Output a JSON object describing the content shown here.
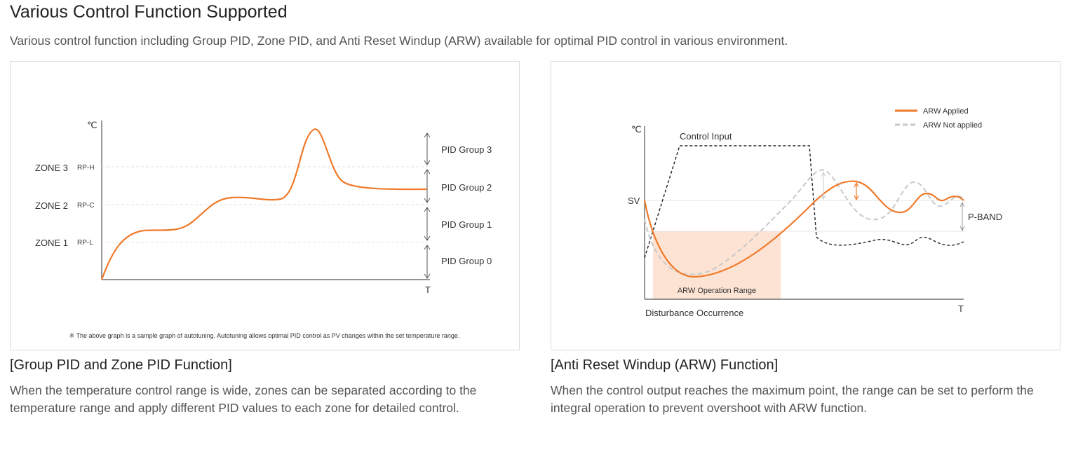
{
  "page": {
    "title": "Various Control Function Supported",
    "intro": "Various control function including Group PID, Zone PID, and Anti Reset Windup (ARW) available for optimal PID control in various environment."
  },
  "left": {
    "y_unit": "℃",
    "x_unit": "T",
    "zones": [
      {
        "zone": "ZONE 3",
        "rp": "RP-H"
      },
      {
        "zone": "ZONE 2",
        "rp": "RP-C"
      },
      {
        "zone": "ZONE 1",
        "rp": "RP-L"
      }
    ],
    "groups": [
      "PID Group 3",
      "PID Group 2",
      "PID Group 1",
      "PID Group 0"
    ],
    "note": "※ The above graph is a sample graph of autotuning. Autotuning allows optimal PID control as PV changes within the set temperature range.",
    "caption_title": "[Group PID and Zone PID Function]",
    "caption_text": "When the temperature control range is wide, zones can be separated according to the temperature range and apply different PID values to each zone for detailed control."
  },
  "right": {
    "y_unit": "℃",
    "x_unit": "T",
    "sv": "SV",
    "control_input": "Control Input",
    "legend_applied": "ARW Applied",
    "legend_not_applied": "ARW Not applied",
    "p_band": "P-BAND",
    "arw_range": "ARW Operation Range",
    "disturbance": "Disturbance Occurrence",
    "caption_title": "[Anti Reset Windup (ARW) Function]",
    "caption_text": "When the control output reaches the maximum point, the range can be set to perform the integral operation to prevent overshoot with ARW function."
  },
  "colors": {
    "orange": "#f07a2a",
    "range_fill": "#fde3d3",
    "gray_dash": "#c8c8c8"
  }
}
